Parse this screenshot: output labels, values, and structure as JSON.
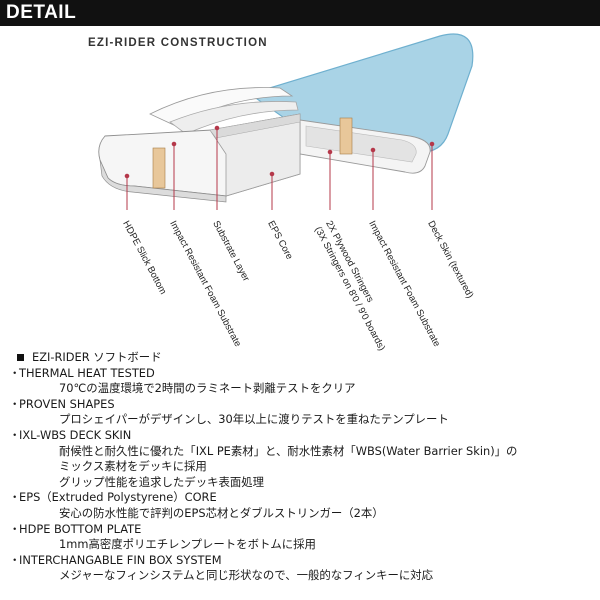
{
  "header": {
    "title": "DETAIL"
  },
  "diagram": {
    "title": "EZI-RIDER CONSTRUCTION",
    "colors": {
      "deck": "#a9d3e6",
      "deck_edge": "#6fb0cf",
      "stringer": "#e8c79a",
      "callout": "#b5384a"
    },
    "callouts": [
      "HDPE Slick Bottom",
      "Impact Resistant Foam Substrate",
      "Substrate Layer",
      "EPS Core",
      "2X Plywood Stringers",
      "(3X Stringers on 8'0 / 9'0 boards)",
      "Impact Resistant Foam Substrate",
      "Deck Skin (textured)"
    ]
  },
  "specs": {
    "heading": "EZI-RIDER ソフトボード",
    "items": [
      {
        "name": "THERMAL HEAT TESTED",
        "desc": [
          "70℃の温度環境で2時間のラミネート剥離テストをクリア"
        ]
      },
      {
        "name": "PROVEN SHAPES",
        "desc": [
          "プロシェイパーがデザインし、30年以上に渡りテストを重ねたテンプレート"
        ]
      },
      {
        "name": "IXL-WBS DECK SKIN",
        "desc": [
          "耐候性と耐久性に優れた「IXL PE素材」と、耐水性素材「WBS(Water Barrier Skin)」の",
          "ミックス素材をデッキに採用",
          "グリップ性能を追求したデッキ表面処理"
        ]
      },
      {
        "name": "EPS（Extruded Polystyrene）CORE",
        "desc": [
          "安心の防水性能で評判のEPS芯材とダブルストリンガー（2本）"
        ]
      },
      {
        "name": "HDPE BOTTOM PLATE",
        "desc": [
          "1mm高密度ポリエチレンプレートをボトムに採用"
        ]
      },
      {
        "name": "INTERCHANGABLE FIN BOX SYSTEM",
        "desc": [
          "メジャーなフィンシステムと同じ形状なので、一般的なフィンキーに対応"
        ]
      }
    ]
  }
}
